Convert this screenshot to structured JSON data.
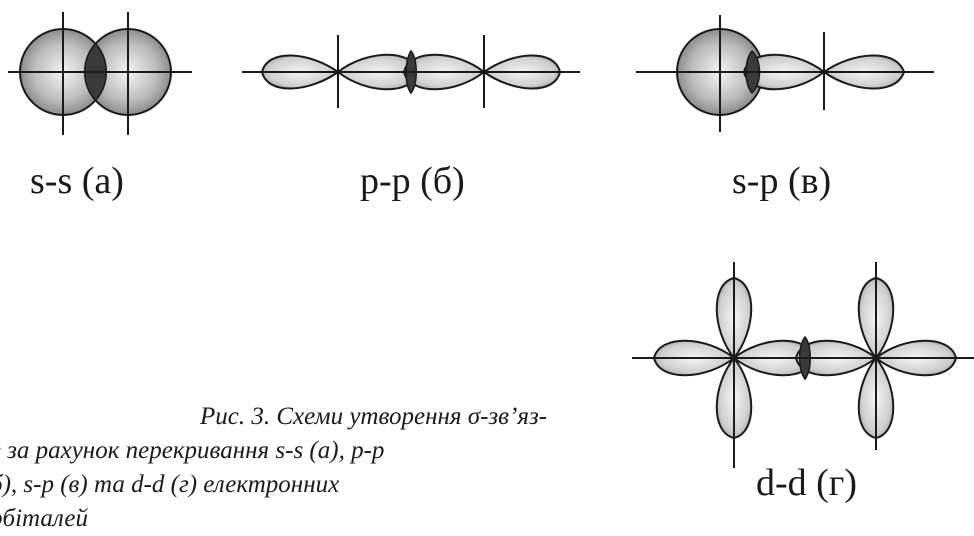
{
  "labels": {
    "ss": "s-s (а)",
    "pp": "p-p (б)",
    "sp": "s-p (в)",
    "dd": "d-d (г)"
  },
  "caption": {
    "line1": "Рис. 3. Схеми утворення σ-зв’яз-",
    "line2": "в за рахунок перекривання s-s (а), p-p",
    "line3": "б), s-p (в) та d-d (г) електронних",
    "line4": "рбіталей"
  },
  "colors": {
    "line": "#1a1a1a",
    "overlap": "#3a3a3a",
    "lobe_light": "#f2f2f2",
    "lobe_dark": "#8a8a8a"
  }
}
